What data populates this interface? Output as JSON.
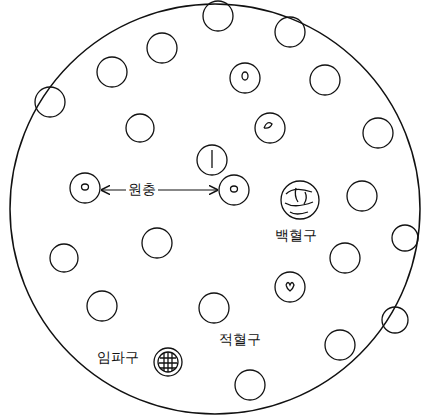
{
  "diagram": {
    "labels": [
      "원충",
      "백혈구",
      "적혈구",
      "임파구"
    ]
  }
}
